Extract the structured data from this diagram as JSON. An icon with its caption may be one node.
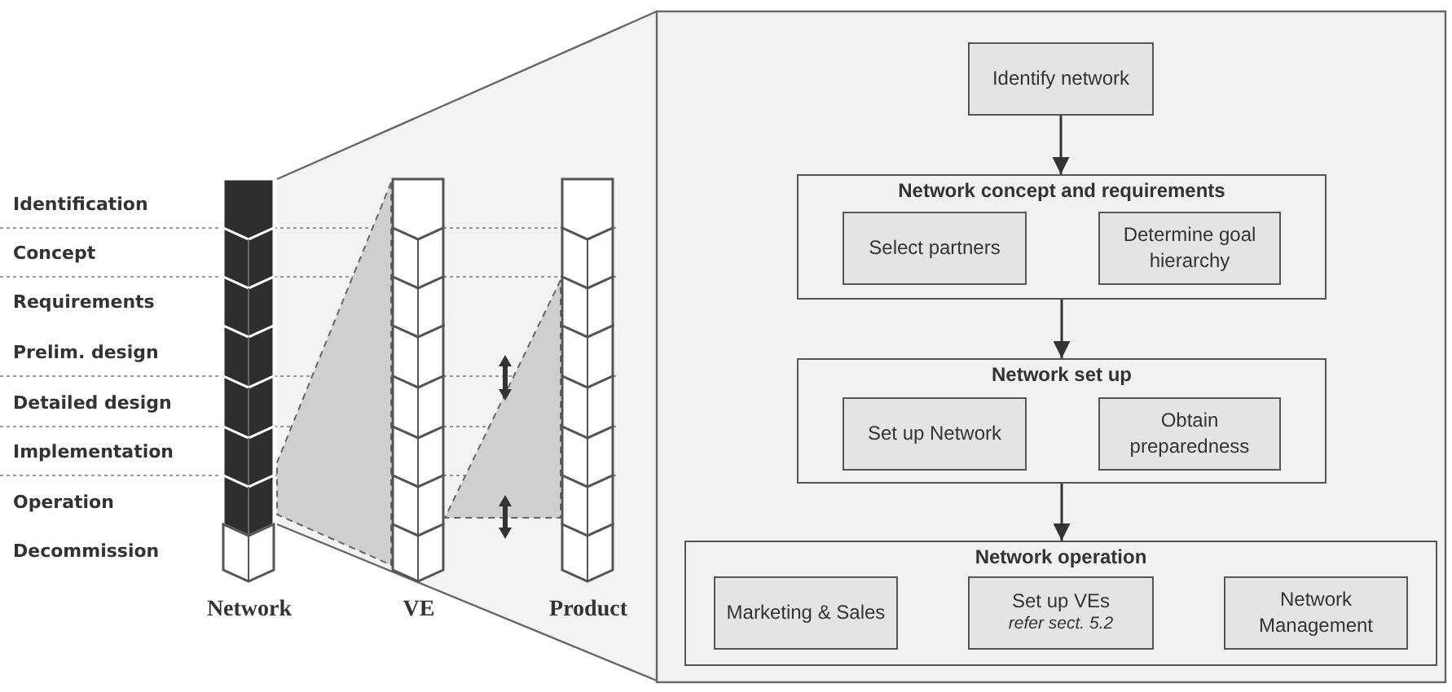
{
  "diagram": {
    "nodes": [
      {
        "text": [
          "Identify network"
        ]
      },
      {
        "text": [
          "Network concept and requirements"
        ]
      },
      {
        "text": [
          "Select partners"
        ],
        "in": 1
      },
      {
        "text": [
          "Determine goal hierarchy"
        ],
        "in": 1
      },
      {
        "text": [
          "Network set up"
        ]
      },
      {
        "text": [
          "Set up Network"
        ],
        "in": 4
      },
      {
        "text": [
          "Obtain preparedness"
        ],
        "in": 4
      },
      {
        "text": [
          "Network operation"
        ]
      },
      {
        "text": [
          "Marketing & Sales"
        ],
        "in": 7
      },
      {
        "text": [
          "Set up VEs",
          "refer sect. 5.2"
        ],
        "in": 7
      },
      {
        "text": [
          "Network Management"
        ],
        "in": 7
      }
    ],
    "edges": [
      {
        "from": 0,
        "to": 1,
        "arrow": "to"
      },
      {
        "from": 1,
        "to": 4,
        "arrow": "to"
      },
      {
        "from": 4,
        "to": 7,
        "arrow": "to"
      }
    ],
    "labels": [
      "Identification",
      "Concept",
      "Requirements",
      "Prelim. design",
      "Detailed design",
      "Implementation",
      "Operation",
      "Decommission",
      "Network",
      "VE",
      "Product"
    ]
  }
}
